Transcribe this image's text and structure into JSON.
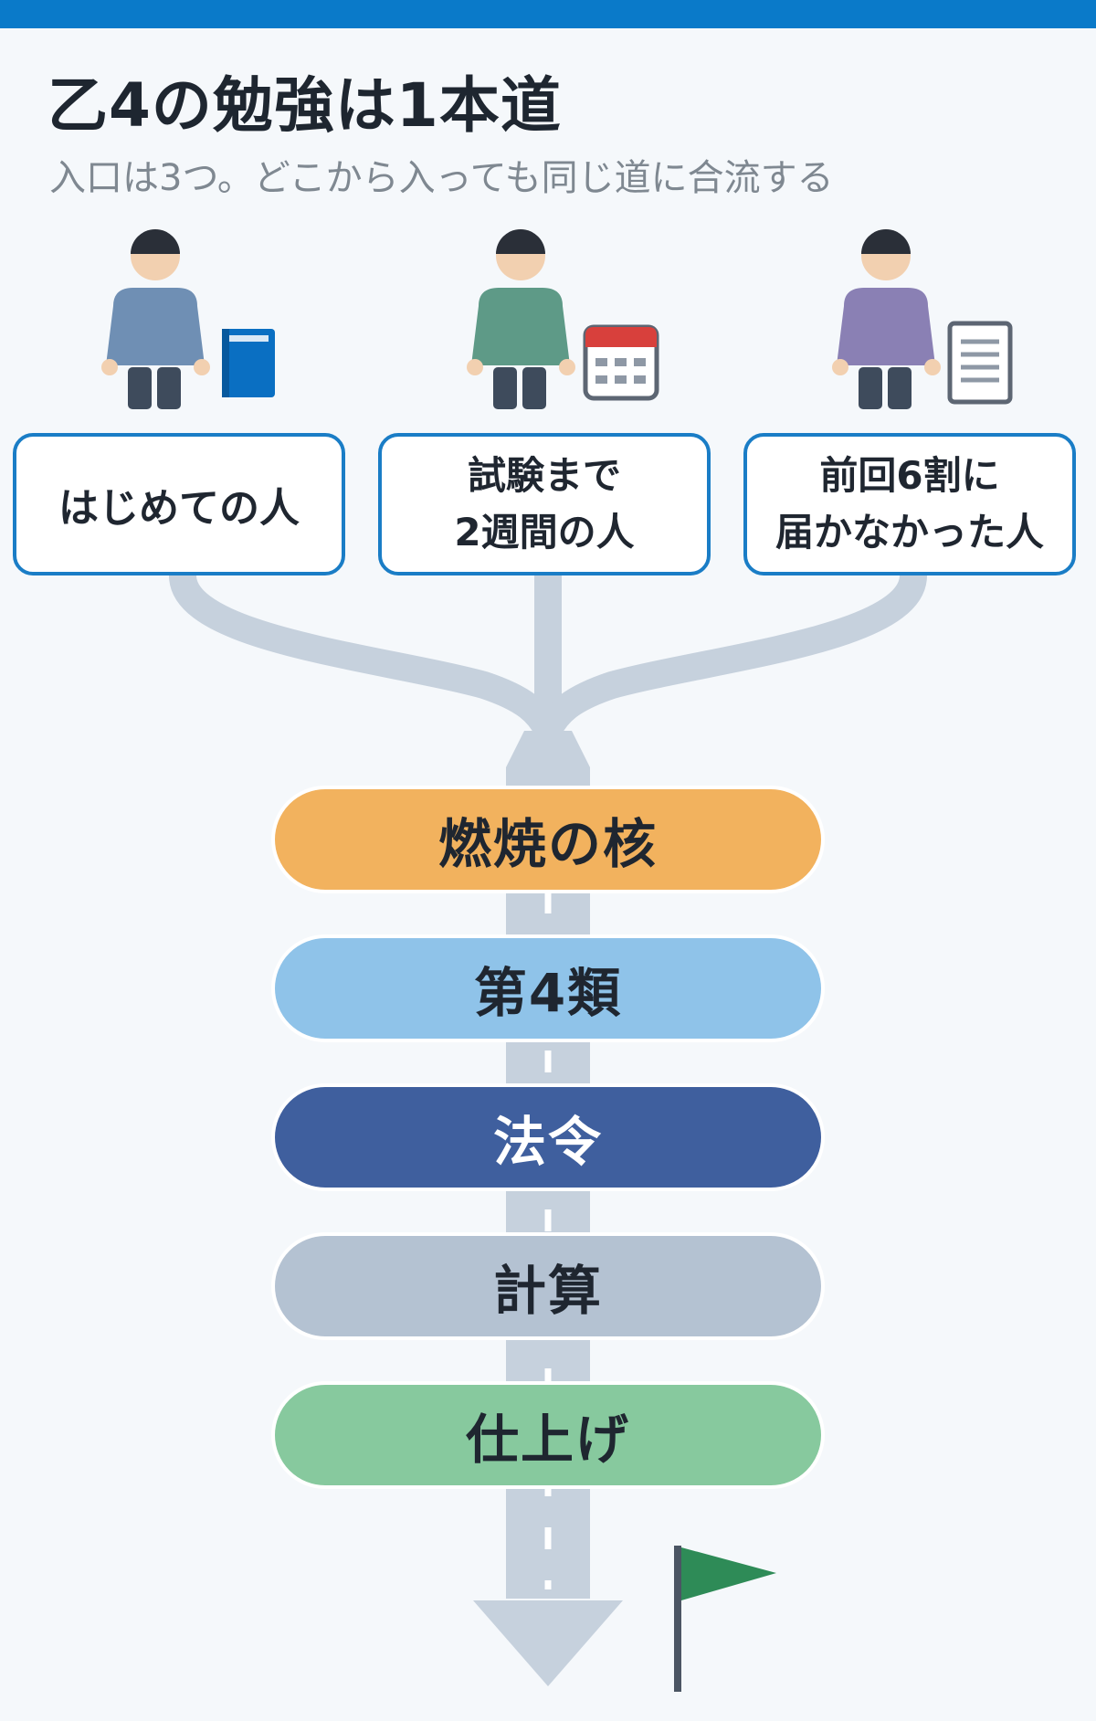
{
  "header": {
    "title": "乙4の勉強は1本道",
    "subtitle": "入口は3つ。どこから入っても同じ道に合流する"
  },
  "entries": [
    {
      "label_line1": "はじめての人",
      "label_line2": "",
      "icon": "book-icon",
      "shirt_color": "#6f8fb4"
    },
    {
      "label_line1": "試験まで",
      "label_line2": "2週間の人",
      "icon": "calendar-icon",
      "shirt_color": "#5e9a87"
    },
    {
      "label_line1": "前回6割に",
      "label_line2": "届かなかった人",
      "icon": "document-icon",
      "shirt_color": "#8a80b4"
    }
  ],
  "steps": [
    {
      "label": "燃焼の核",
      "color": "#f2b25e",
      "text_color": "#1f2630"
    },
    {
      "label": "第4類",
      "color": "#8fc3e9",
      "text_color": "#1f2630"
    },
    {
      "label": "法令",
      "color": "#3f5f9e",
      "text_color": "#ffffff"
    },
    {
      "label": "計算",
      "color": "#b4c2d2",
      "text_color": "#1f2630"
    },
    {
      "label": "仕上げ",
      "color": "#87c99e",
      "text_color": "#1f2630"
    }
  ],
  "colors": {
    "accent": "#0a7ac9",
    "road": "#c6d1dd",
    "flag": "#2e8b57"
  },
  "goal": {
    "icon": "flag-icon"
  }
}
